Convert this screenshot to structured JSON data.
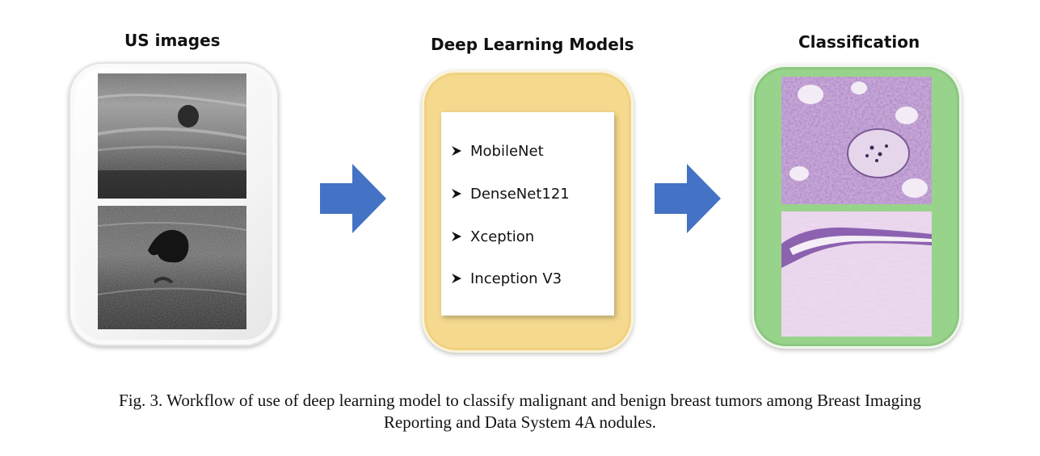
{
  "headings": {
    "us_images": "US images",
    "deep_learning": "Deep Learning Models",
    "classification": "Classification"
  },
  "models": [
    "MobileNet",
    "DenseNet121",
    "Xception",
    "Inception V3"
  ],
  "caption": {
    "line1": "Fig. 3.  Workflow of use of deep learning model to classify malignant and benign breast tumors among Breast Imaging",
    "line2": "Reporting and Data System 4A nodules."
  },
  "colors": {
    "arrow": "#4472c4",
    "dl_panel": "#f5d98e",
    "classification_panel": "#98d38b"
  }
}
